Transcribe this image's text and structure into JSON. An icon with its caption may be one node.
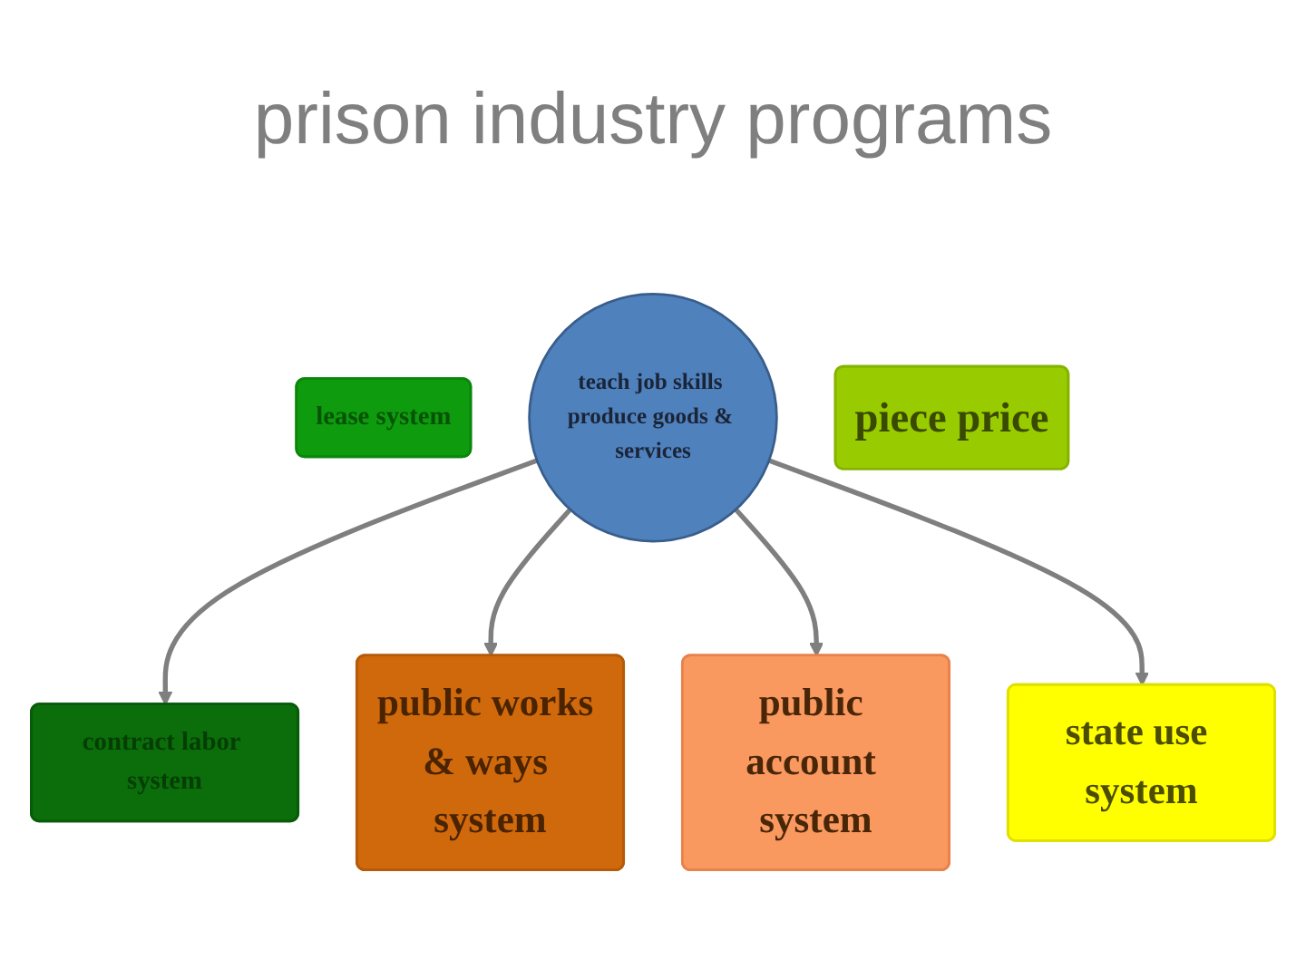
{
  "diagram": {
    "title": "prison industry programs",
    "nodes": [
      {
        "text": [
          "contract labor system"
        ]
      },
      {
        "text": [
          "public works & ways system"
        ]
      },
      {
        "text": [
          "lease system"
        ]
      },
      {
        "text": [
          "teach job skills produce goods & services"
        ]
      },
      {
        "text": [
          "piece price"
        ]
      },
      {
        "text": [
          "public account system"
        ]
      },
      {
        "text": [
          "state use system"
        ]
      }
    ],
    "edges": [
      {
        "from": 3,
        "to": 0,
        "arrow": "to"
      },
      {
        "from": 3,
        "to": 1,
        "arrow": "to"
      },
      {
        "from": 3,
        "to": 5,
        "arrow": "to"
      },
      {
        "from": 3,
        "to": 6,
        "arrow": "to"
      }
    ]
  }
}
